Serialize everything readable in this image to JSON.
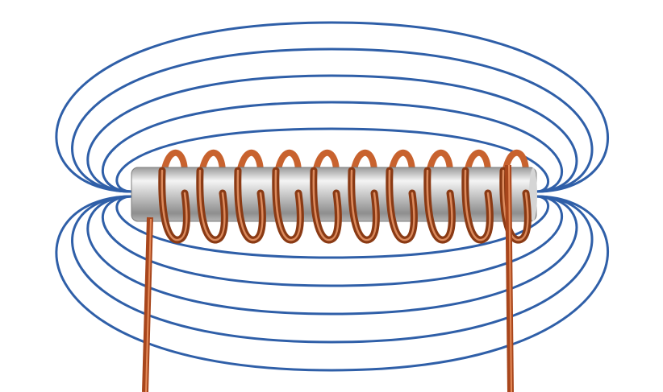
{
  "illustration": {
    "subject": "solenoid-magnetic-field",
    "coil_turns": 10,
    "field_lines_per_side": 5,
    "colors": {
      "field_line": "#2f5fa8",
      "copper_dark": "#8a3a14",
      "copper_mid": "#c8622e",
      "copper_light": "#f0a070",
      "rod_dark": "#8a8a8a",
      "rod_light": "#f2f2f2"
    }
  }
}
